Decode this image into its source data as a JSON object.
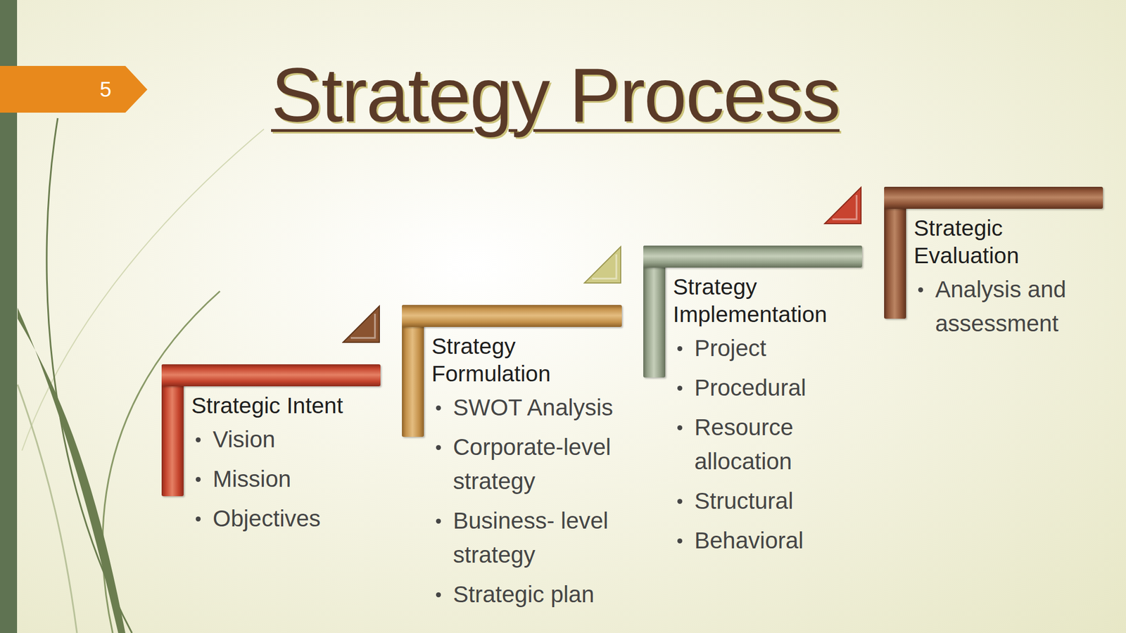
{
  "diagram": {
    "title": "Strategy Process",
    "nodes": [
      {
        "text": [
          "Strategic Intent",
          "Vision",
          "Mission",
          "Objectives"
        ]
      },
      {
        "text": [
          "Strategy Formulation",
          "SWOT Analysis",
          "Corporate-level strategy",
          "Business- level strategy",
          "Strategic plan"
        ]
      },
      {
        "text": [
          "Strategy Implementation",
          "Project",
          "Procedural",
          "Resource allocation",
          "Structural",
          "Behavioral"
        ]
      },
      {
        "text": [
          "Strategic Evaluation",
          "Analysis and assessment"
        ]
      }
    ],
    "labels": [
      "5"
    ]
  }
}
